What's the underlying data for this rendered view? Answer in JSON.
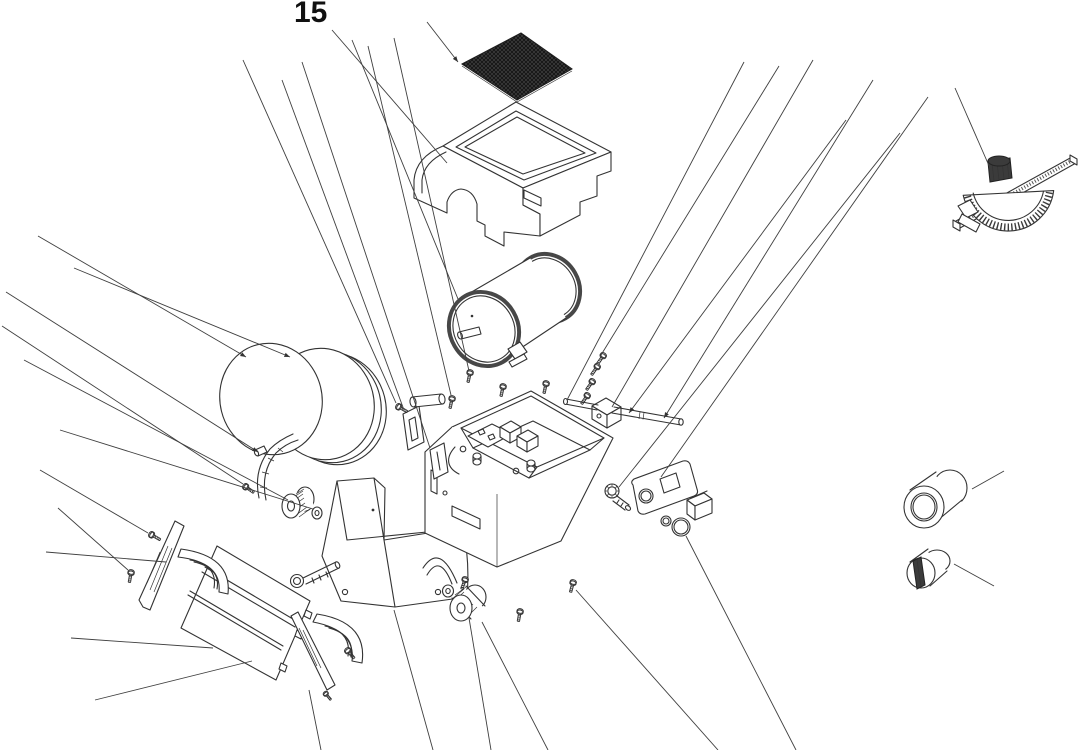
{
  "figure": {
    "label": "15",
    "type": "exploded-parts-diagram",
    "description": "Black-and-white exploded view line drawing of a small benchtop disc sander: abrasive pad, top cover, motor, sanding discs, base housing with electronics, tilting work table with trunnion brackets, switch parts, miter gauge, knobs and screws, with unnumbered leader lines radiating to the page edges."
  },
  "colors": {
    "background": "#ffffff",
    "line": "#333333",
    "dark_fill": "#3b3b3b"
  },
  "parts": [
    {
      "id": "abrasive-pad",
      "name": "cross-hatched abrasive pad"
    },
    {
      "id": "top-cover",
      "name": "top cover housing"
    },
    {
      "id": "motor",
      "name": "electric motor"
    },
    {
      "id": "sanding-disc-front",
      "name": "sanding disc"
    },
    {
      "id": "sanding-disc-backing",
      "name": "backing disc"
    },
    {
      "id": "dust-duct",
      "name": "curved duct strip"
    },
    {
      "id": "pulley-knob",
      "name": "knurled pulley knob with washer"
    },
    {
      "id": "front-housing",
      "name": "front housing bracket"
    },
    {
      "id": "base-housing",
      "name": "base housing with electronics"
    },
    {
      "id": "mounting-bracket",
      "name": "mounting bracket plates"
    },
    {
      "id": "roller-pin",
      "name": "roller pin"
    },
    {
      "id": "spindle-assembly",
      "name": "spindle shaft with block and screws"
    },
    {
      "id": "switch-cluster",
      "name": "thumb bolt, switch plate, nut, cap, rocker switch"
    },
    {
      "id": "work-table",
      "name": "tilting work table"
    },
    {
      "id": "trunnion-left",
      "name": "left trunnion bracket"
    },
    {
      "id": "trunnion-right",
      "name": "right trunnion bracket"
    },
    {
      "id": "pivot-bolt",
      "name": "table pivot bolt"
    },
    {
      "id": "miter-gauge",
      "name": "miter gauge with protractor scale and bar"
    },
    {
      "id": "knob-large",
      "name": "large round knob"
    },
    {
      "id": "knob-small",
      "name": "small slotted knob"
    },
    {
      "id": "knob-bottom",
      "name": "knurled clamping knob with washer"
    },
    {
      "id": "screws",
      "name": "assorted screws and washers"
    }
  ]
}
